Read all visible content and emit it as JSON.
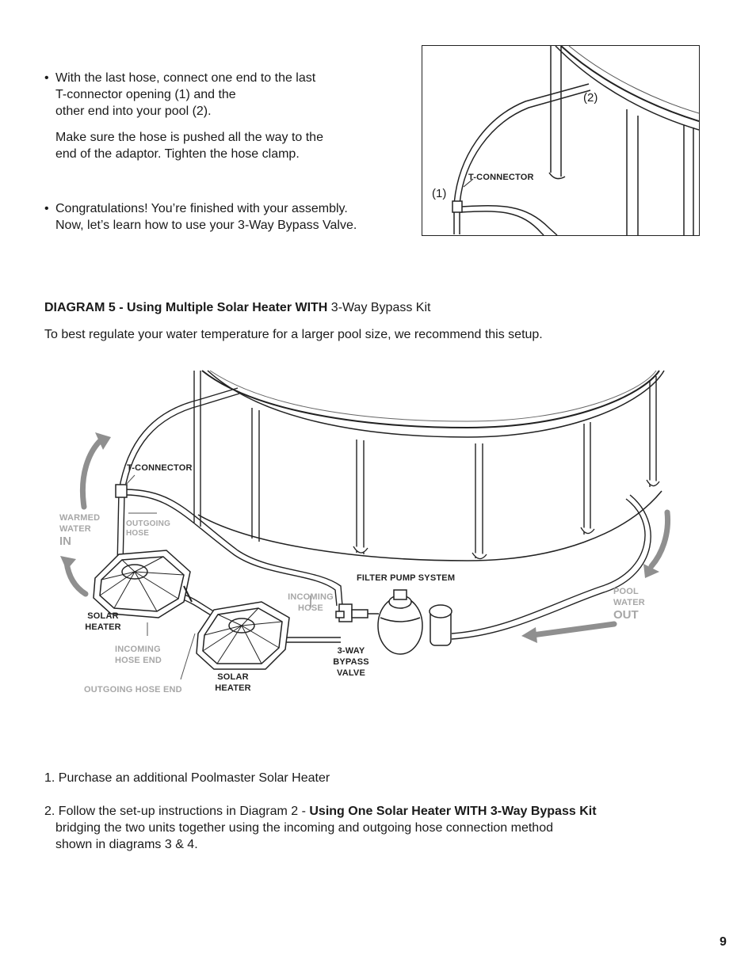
{
  "page_number": "9",
  "instructions": {
    "bullet1_lines": [
      "With the last hose, connect one end to the last",
      "T-connector opening (1) and the",
      "other end into your pool (2)."
    ],
    "bullet1_extra_lines": [
      "Make sure the hose is pushed all the way to the",
      "end of the adaptor. Tighten the hose clamp."
    ],
    "bullet2_lines": [
      "Congratulations! You’re finished with your assembly.",
      "Now, let’s learn how to use your 3-Way Bypass Valve."
    ],
    "bullet_symbol": "•"
  },
  "top_figure": {
    "label_2": "(2)",
    "label_1": "(1)",
    "t_connector": "T-CONNECTOR"
  },
  "diagram5": {
    "heading_prefix": "DIAGRAM 5 - Using Multiple Solar Heater ",
    "heading_bold": "WITH",
    "heading_suffix": " 3-Way Bypass Kit",
    "intro": "To best regulate your water temperature for a larger pool size, we recommend this setup."
  },
  "diagram_labels": {
    "t_connector": "T-CONNECTOR",
    "warmed_water_1": "WARMED",
    "warmed_water_2": "WATER",
    "warmed_water_in": "IN",
    "outgoing_hose_1": "OUTGOING",
    "outgoing_hose_2": "HOSE",
    "filter_pump_system": "FILTER PUMP SYSTEM",
    "incoming_hose_1": "INCOMING",
    "incoming_hose_2": "HOSE",
    "pool_water_1": "POOL",
    "pool_water_2": "WATER",
    "pool_water_out": "OUT",
    "solar_heater_left_1": "SOLAR",
    "solar_heater_left_2": "HEATER",
    "incoming_hose_end_1": "INCOMING",
    "incoming_hose_end_2": "HOSE END",
    "valve_1": "3-WAY",
    "valve_2": "BYPASS",
    "valve_3": "VALVE",
    "solar_heater_right_1": "SOLAR",
    "solar_heater_right_2": "HEATER",
    "outgoing_hose_end": "OUTGOING HOSE END"
  },
  "steps": {
    "step1": "1. Purchase an additional Poolmaster Solar Heater",
    "step2_prefix": "2. Follow the set-up instructions in Diagram 2 - ",
    "step2_bold": "Using One Solar Heater WITH",
    "step2_bold_tail": " 3-Way Bypass Kit",
    "step2_line2": "bridging the two units together using the incoming and outgoing hose connection method",
    "step2_line3": "shown in diagrams 3 & 4."
  },
  "colors": {
    "text": "#1a1a1a",
    "grey_label": "#a7a7a7",
    "arrow_grey": "#8f8f8f"
  }
}
